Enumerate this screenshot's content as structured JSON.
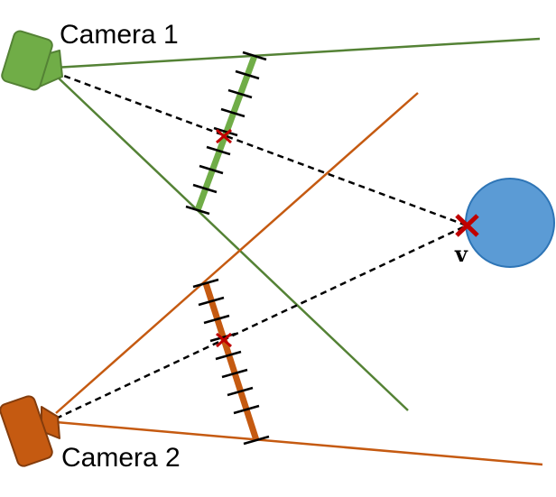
{
  "cameras": [
    {
      "label": "Camera 1",
      "color": "#70ad47",
      "line_color": "#548235"
    },
    {
      "label": "Camera 2",
      "color": "#c55a11",
      "line_color": "#c55a11"
    }
  ],
  "target": {
    "label": "v",
    "color": "#5b9bd5",
    "outline": "#2e75b6"
  },
  "marker_color": "#c00000",
  "ray_style": "dashed"
}
